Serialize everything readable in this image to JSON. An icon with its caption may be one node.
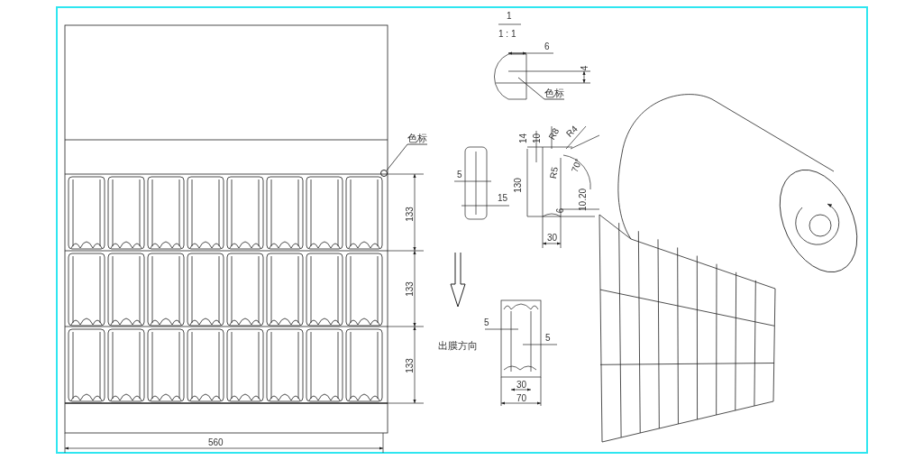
{
  "diagram": {
    "nodes": [
      {
        "text": [
          "色标"
        ]
      },
      {
        "text": [
          "色标"
        ]
      },
      {
        "text": [],
        "shape": "circle"
      }
    ],
    "edges": [
      {
        "from": 0,
        "to": null,
        "arrow": "none"
      },
      {
        "from": 1,
        "to": 2,
        "arrow": "none"
      }
    ],
    "labels": [
      "1",
      "1 : 1",
      "6",
      "4",
      "14",
      "10",
      "R8",
      "R4",
      "70°",
      "R5",
      "5",
      "15",
      "130",
      "6",
      "10.20",
      "30",
      "133",
      "133",
      "133",
      "5",
      "5",
      "30",
      "70",
      "出膜方向",
      "560"
    ]
  }
}
